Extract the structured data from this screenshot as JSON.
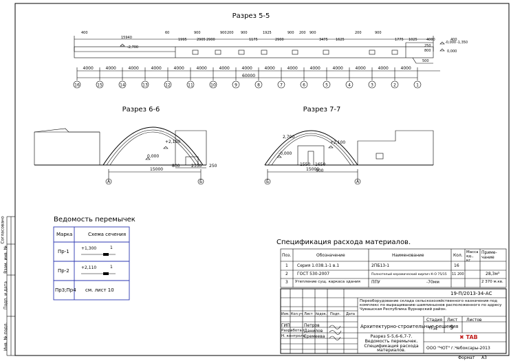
{
  "sheet": {
    "side_stamps": [
      "Согласовано",
      "Взам. инв. №",
      "Подп. и дата",
      "Инв. № подл."
    ]
  },
  "section55": {
    "title": "Разрез 5-5",
    "top_dims": [
      "400",
      "15940",
      "60",
      "1995",
      "900",
      "2905",
      "2900",
      "900",
      "200",
      "900",
      "1175",
      "1925",
      "2900",
      "900",
      "200",
      "900",
      "3475",
      "1625",
      "200",
      "900",
      "1775",
      "1025",
      "4000",
      "400",
      "-1,350"
    ],
    "levels": [
      "-2,700",
      "-0,000",
      "0,000"
    ],
    "small_dims": [
      "250",
      "800",
      "500"
    ],
    "bay_dims": [
      "4000",
      "4000",
      "4000",
      "4000",
      "4000",
      "4000",
      "4000",
      "4000",
      "4000",
      "4000",
      "4000",
      "4000",
      "4000",
      "4000",
      "4000"
    ],
    "total_dim": "60000",
    "axes": [
      "16",
      "15",
      "14",
      "13",
      "12",
      "11",
      "10",
      "9",
      "8",
      "7",
      "6",
      "5",
      "4",
      "3",
      "2",
      "1"
    ]
  },
  "section66": {
    "title": "Разрез 6-6",
    "levels": [
      "+2,100",
      "0,000"
    ],
    "dims": [
      "15000",
      "800",
      "2350",
      "250"
    ],
    "axes": [
      "A",
      "Б"
    ]
  },
  "section77": {
    "title": "Разрез 7-7",
    "levels": [
      "+2,100",
      "-0,000",
      "2,700"
    ],
    "dims": [
      "15000",
      "1550",
      "1650",
      "900"
    ],
    "axes": [
      "Б",
      "A"
    ]
  },
  "lintels": {
    "title": "Ведомость перемычек",
    "headers": [
      "Марка",
      "Схема сечения"
    ],
    "rows": [
      {
        "mark": "Пр-1",
        "level": "+1,300",
        "n": "1",
        "scheme": ""
      },
      {
        "mark": "Пр-2",
        "level": "+2,110",
        "n": "1",
        "scheme": ""
      },
      {
        "mark": "Пр3;Пр4",
        "level": "",
        "n": "",
        "scheme": "см. лист 10"
      }
    ]
  },
  "spec": {
    "title": "Спецификация расхода материалов.",
    "headers": [
      "Поз.",
      "Обозначение",
      "Наименование",
      "Кол.",
      "Масса ед., кг",
      "Приме-чание"
    ],
    "rows": [
      {
        "pos": "1",
        "designation": "Серия 1.038.1-1 в.1",
        "name": "2ПБ13-1",
        "qty": "16",
        "mass": "",
        "note": ""
      },
      {
        "pos": "2",
        "designation": "ГОСТ 530-2007",
        "name": "Полнотелый керамический кирпич К-О 75/15",
        "qty": "11 200",
        "mass": "",
        "note": "28,3м³"
      },
      {
        "pos": "3",
        "designation": "Утепление сущ. каркаса здания",
        "name": "ППУ",
        "qty": "-70мм",
        "mass": "",
        "note": "2 370 м.кв."
      }
    ]
  },
  "stamp": {
    "code": "19-П/2013-34-АС",
    "project": "Переоборудование склада сельскохозяйственного назначения под комплекс по выращиванию шампиньонов расположенного по адресу Чувашская Республика Вурнарский район.",
    "col_headers": [
      "Изм.",
      "Кол.уч",
      "Лист",
      "№док.",
      "Подп.",
      "Дата"
    ],
    "roles": [
      "ГИП",
      "Разработал",
      "Н. контроль"
    ],
    "names": [
      "Петров",
      "Данилов",
      "Еремеева"
    ],
    "section": "Архитектурно-строительные решения",
    "stage_headers": [
      "Стадия",
      "Лист",
      "Листов"
    ],
    "stage": "П.Д.",
    "sheet_no": "9",
    "sheet_title": "Разрез 5-5,6-6,7-7. Ведомость перемычек. Спецификация расхода материалов.",
    "company_logo": "TAB",
    "company": "ООО \"ЧОТ\" г.Чебоксары-2013",
    "format_label": "Формат",
    "format": "А3"
  }
}
